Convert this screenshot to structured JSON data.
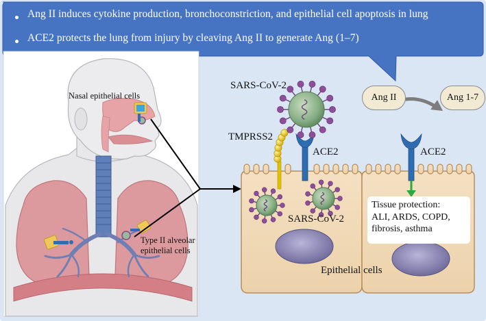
{
  "callout": {
    "bullets": [
      "Ang II induces cytokine production, bronchoconstriction, and epithelial cell apoptosis in lung",
      "ACE2 protects the lung from injury by cleaving Ang II to generate Ang (1–7)"
    ]
  },
  "labels": {
    "nasal": "Nasal epithelial cells",
    "type2_line1": "Type II alveolar",
    "type2_line2": "epithelial cells",
    "sars_top": "SARS-CoV-2",
    "tmprss2": "TMPRSS2",
    "ace2_left": "ACE2",
    "ace2_right": "ACE2",
    "sars_cell": "SARS-CoV-2",
    "epithelial": "Epithelial cells",
    "ang2": "Ang II",
    "ang17": "Ang 1-7"
  },
  "protection": {
    "lines": [
      "Tissue protection:",
      "ALI, ARDS, COPD,",
      "fibrosis, asthma"
    ]
  },
  "colors": {
    "callout": "#4674c2",
    "background": "#dbe6f5",
    "cell_fill": "#efd7b4",
    "cell_border": "#b98d5a",
    "nucleus": "#7c76a8",
    "receptor": "#2f6db3",
    "virus": "#8cb48a",
    "spike": "#8e4f9a",
    "tmprss2": "#e0c100",
    "arrow_green": "#2eaa3d"
  }
}
